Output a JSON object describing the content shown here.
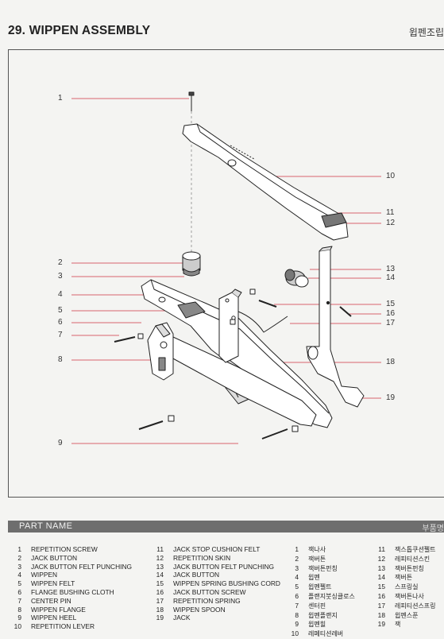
{
  "title": "29. WIPPEN ASSEMBLY",
  "title_ko": "윕펜조립",
  "part_header": "PART NAME",
  "part_header_ko": "부품명",
  "callouts": [
    "1",
    "2",
    "3",
    "4",
    "5",
    "6",
    "7",
    "8",
    "9",
    "10",
    "11",
    "12",
    "13",
    "14",
    "15",
    "16",
    "17",
    "18",
    "19"
  ],
  "parts_en": [
    {
      "no": "1",
      "name": "REPETITION SCREW"
    },
    {
      "no": "2",
      "name": "JACK BUTTON"
    },
    {
      "no": "3",
      "name": "JACK BUTTON FELT PUNCHING"
    },
    {
      "no": "4",
      "name": "WIPPEN"
    },
    {
      "no": "5",
      "name": "WIPPEN FELT"
    },
    {
      "no": "6",
      "name": "FLANGE BUSHING CLOTH"
    },
    {
      "no": "7",
      "name": "CENTER PIN"
    },
    {
      "no": "8",
      "name": "WIPPEN FLANGE"
    },
    {
      "no": "9",
      "name": "WIPPEN HEEL"
    },
    {
      "no": "10",
      "name": "REPETITION LEVER"
    },
    {
      "no": "11",
      "name": "JACK STOP CUSHION FELT"
    },
    {
      "no": "12",
      "name": "REPETITION SKIN"
    },
    {
      "no": "13",
      "name": "JACK BUTTON FELT PUNCHING"
    },
    {
      "no": "14",
      "name": "JACK BUTTON"
    },
    {
      "no": "15",
      "name": "WIPPEN SPRING BUSHING CORD"
    },
    {
      "no": "16",
      "name": "JACK BUTTON SCREW"
    },
    {
      "no": "17",
      "name": "REPETITION SPRING"
    },
    {
      "no": "18",
      "name": "WIPPEN SPOON"
    },
    {
      "no": "19",
      "name": "JACK"
    }
  ],
  "parts_ko": [
    {
      "no": "1",
      "name": "잭나사"
    },
    {
      "no": "2",
      "name": "잭버튼"
    },
    {
      "no": "3",
      "name": "잭버튼펀칭"
    },
    {
      "no": "4",
      "name": "윕펜"
    },
    {
      "no": "5",
      "name": "윕펜펠트"
    },
    {
      "no": "6",
      "name": "플랜지붓싱클로스"
    },
    {
      "no": "7",
      "name": "센터핀"
    },
    {
      "no": "8",
      "name": "윕펜플랜지"
    },
    {
      "no": "9",
      "name": "윕펜힐"
    },
    {
      "no": "10",
      "name": "레페티션레버"
    },
    {
      "no": "11",
      "name": "잭스톱쿠션펠트"
    },
    {
      "no": "12",
      "name": "레피티션스킨"
    },
    {
      "no": "13",
      "name": "잭버튼펀칭"
    },
    {
      "no": "14",
      "name": "잭버튼"
    },
    {
      "no": "15",
      "name": "스프링실"
    },
    {
      "no": "16",
      "name": "잭버튼나사"
    },
    {
      "no": "17",
      "name": "레피티션스프링"
    },
    {
      "no": "18",
      "name": "윕펜스푼"
    },
    {
      "no": "19",
      "name": "잭"
    }
  ]
}
